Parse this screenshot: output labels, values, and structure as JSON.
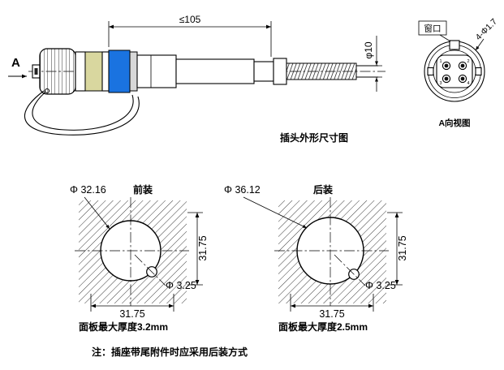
{
  "side_view": {
    "section_label": "A",
    "dim_overall_length": "≤105",
    "dim_cable_dia": "φ10",
    "caption": "插头外形尺寸图"
  },
  "front_view": {
    "window_label": "窗口",
    "socket_callout": "4-Φ1.7",
    "caption": "A向视图",
    "pins": [
      "1",
      "2",
      "3",
      "4"
    ]
  },
  "front_mount": {
    "hole_dia": "Φ 32.16",
    "title": "前装",
    "dim_height": "31.75",
    "dim_width": "31.75",
    "pin_hole_dia": "Φ 3.25",
    "caption": "面板最大厚度3.2mm"
  },
  "rear_mount": {
    "hole_dia": "Φ 36.12",
    "title": "后装",
    "dim_height": "31.75",
    "dim_width": "31.75",
    "pin_hole_dia": "Φ 3.25",
    "caption": "面板最大厚度2.5mm"
  },
  "note": "注：插座带尾附件时应采用后装方式",
  "colors": {
    "blue_band": "#1a73e0",
    "yellow_band": "#d9d79f",
    "gray_ring": "#d8d8d8"
  }
}
